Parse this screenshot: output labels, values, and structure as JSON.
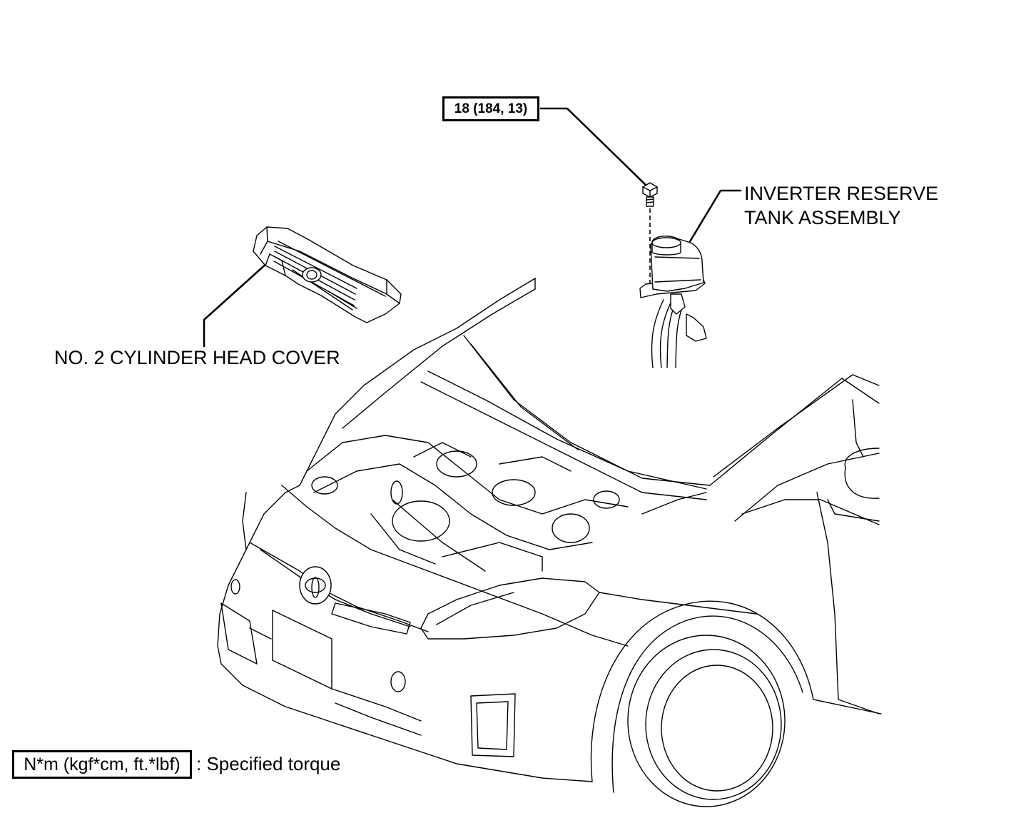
{
  "labels": {
    "torque_spec": "18 (184, 13)",
    "inverter_line1": "INVERTER RESERVE",
    "inverter_line2": "TANK ASSEMBLY",
    "head_cover": "NO. 2 CYLINDER HEAD COVER"
  },
  "legend": {
    "units": "N*m (kgf*cm, ft.*lbf)",
    "description": ": Specified torque"
  }
}
